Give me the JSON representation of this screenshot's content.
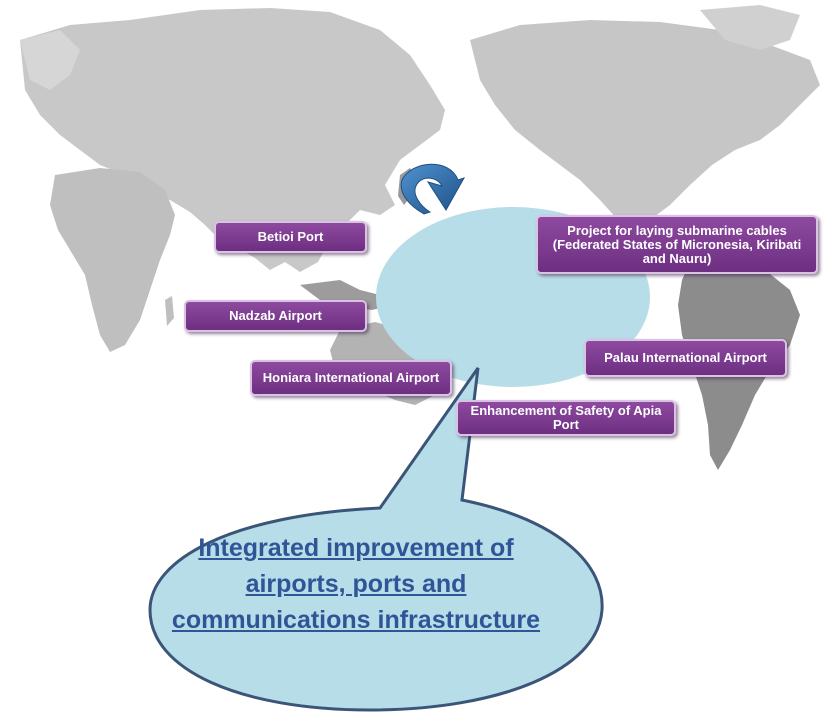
{
  "labels": {
    "betioi": "Betioi Port",
    "nadzab": "Nadzab Airport",
    "honiara": "Honiara International Airport",
    "submarine": "Project for laying submarine cables (Federated States of Micronesia, Kiribati and Nauru)",
    "palau": "Palau International Airport",
    "apia": "Enhancement of Safety of Apia Port"
  },
  "callout": "Integrated improvement of airports, ports and communications infrastructure",
  "colors": {
    "label_fill": "#7a3a8e",
    "ellipse": "#b7dde8",
    "callout_text": "#2f5597",
    "callout_border": "#3b5578",
    "arrow": "#2e6da4",
    "land": "#c4c4c4"
  }
}
